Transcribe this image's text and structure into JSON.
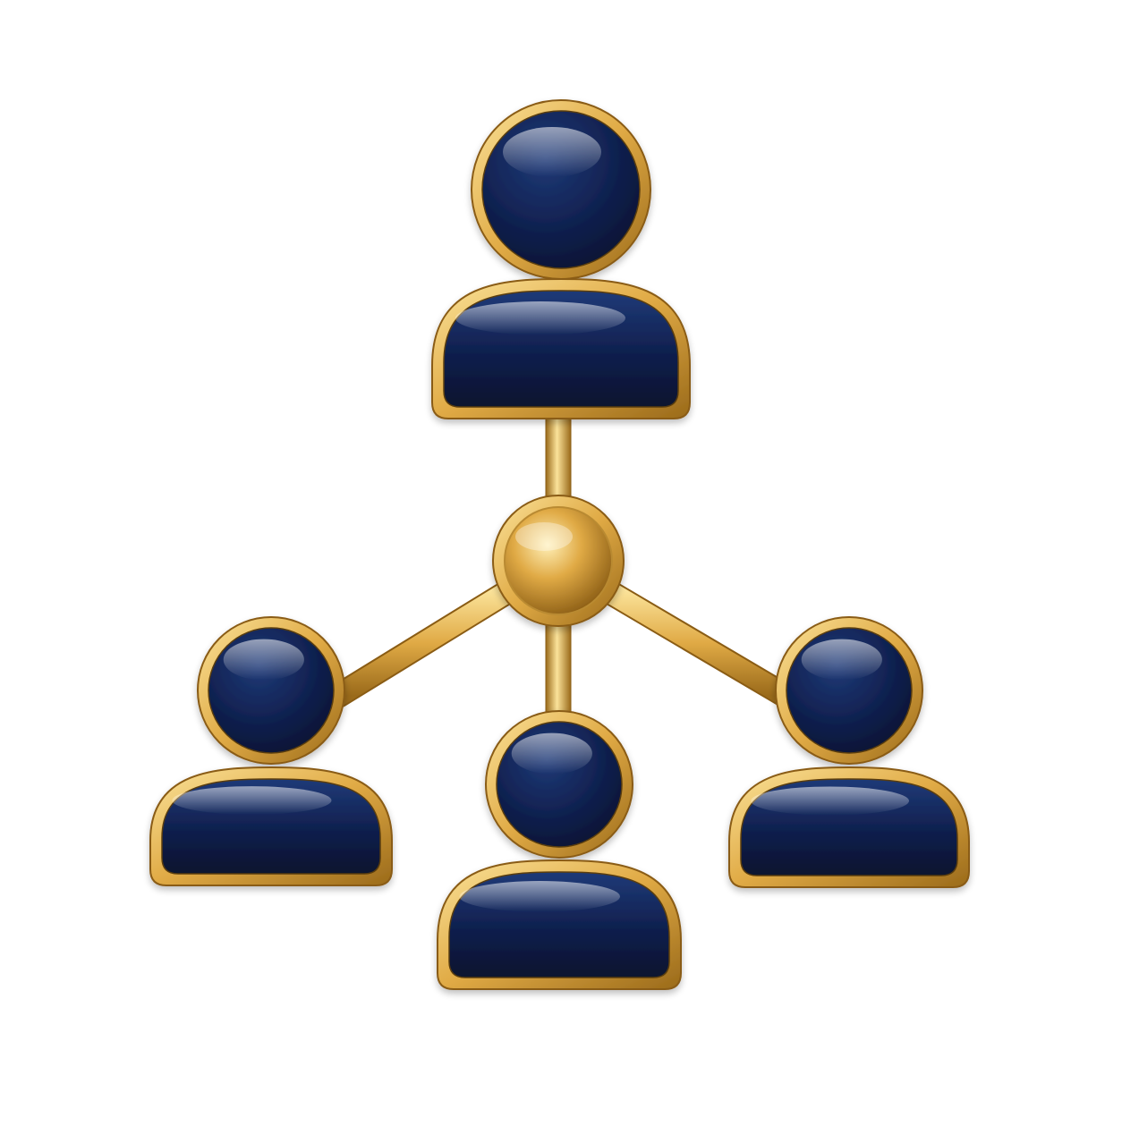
{
  "illustration": {
    "icon": "team-hierarchy-network-icon",
    "background_color": "#ffffff",
    "colors": {
      "figure_fill": "#0f1f4d",
      "figure_fill_light": "#1f3a78",
      "figure_fill_dark": "#08122e",
      "gold_light": "#fbe39a",
      "gold_mid": "#e0aa45",
      "gold_dark": "#9a6a1a"
    },
    "nodes": [
      {
        "role": "leader",
        "icon": "person-icon"
      },
      {
        "role": "member-left",
        "icon": "person-icon"
      },
      {
        "role": "member-center",
        "icon": "person-icon"
      },
      {
        "role": "member-right",
        "icon": "person-icon"
      }
    ],
    "hub": {
      "icon": "gold-hub-icon"
    }
  }
}
